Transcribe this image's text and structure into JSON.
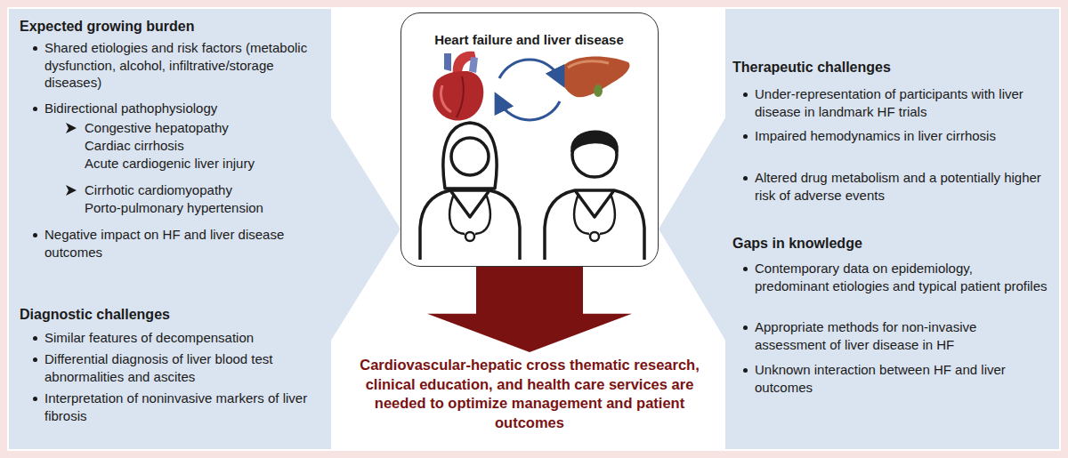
{
  "diagram": {
    "nodes": [
      {
        "text": [
          "Expected growing burden",
          "Shared etiologies and risk factors (metabolic dysfunction, alcohol, infiltrative/storage diseases)",
          "Bidirectional pathophysiology",
          "Congestive hepatopathy",
          "Cardiac cirrhosis",
          "Acute cardiogenic liver injury",
          "Cirrhotic cardiomyopathy",
          "Porto-pulmonary hypertension",
          "Negative impact on HF and liver disease outcomes",
          "Diagnostic challenges",
          "Similar features of decompensation",
          "Differential diagnosis of liver blood test abnormalities and ascites",
          "Interpretation of noninvasive markers of liver fibrosis"
        ]
      },
      {
        "text": [
          "Heart failure and liver disease"
        ]
      },
      {
        "text": [
          "Cardiovascular-hepatic cross thematic research, clinical education, and health care services are needed to optimize management and patient outcomes"
        ]
      },
      {
        "text": [
          "Therapeutic challenges",
          "Under-representation of participants with liver disease in landmark HF trials",
          "Impaired hemodynamics in liver cirrhosis",
          "Altered drug metabolism and a potentially higher risk of adverse events",
          "Gaps in knowledge",
          "Contemporary data on epidemiology, predominant etiologies and typical patient profiles",
          "Appropriate methods for non-invasive assessment of liver disease in HF",
          "Unknown interaction between HF and liver outcomes"
        ]
      }
    ],
    "edges": [
      {
        "from": 0,
        "to": 1,
        "arrow": "to"
      },
      {
        "from": 3,
        "to": 1,
        "arrow": "to"
      },
      {
        "from": 1,
        "to": 2,
        "arrow": "to"
      }
    ]
  }
}
